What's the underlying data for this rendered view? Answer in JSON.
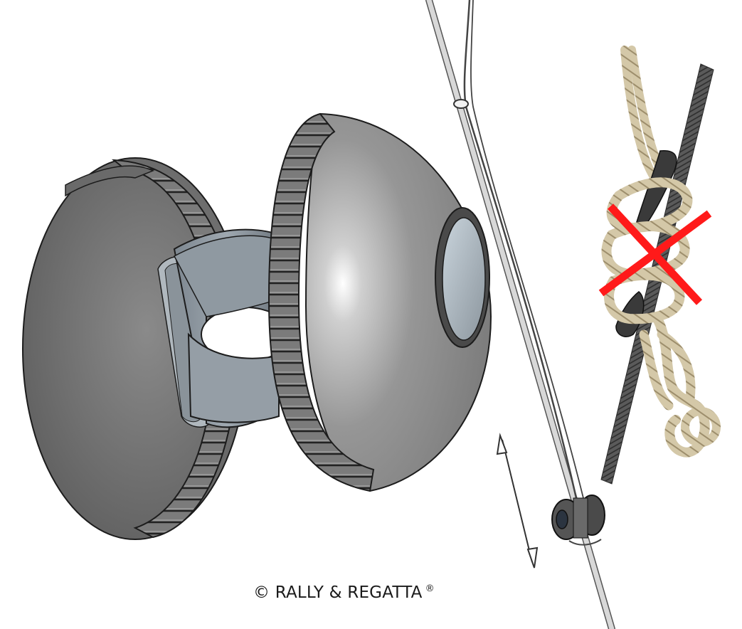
{
  "caption": {
    "text": "© RALLY & REGATTA",
    "mark": "®"
  },
  "illustration": {
    "left_part": "knurled-half-shell",
    "right_part": "knurled-half-shell-with-hole",
    "center_part": "clamp-ring",
    "line": "shroud-cable",
    "motion_indicator": "double-arrow-icon",
    "assembled_part": "fitted-bead",
    "photo": "rope-knot-on-cable",
    "marker": "red-cross-icon"
  },
  "colors": {
    "shell_dark": "#5e5e5e",
    "shell_light": "#a9a9a9",
    "cross": "#ff1a1a",
    "rope": "#cdbf9f",
    "cable": "#4d4d4d"
  }
}
